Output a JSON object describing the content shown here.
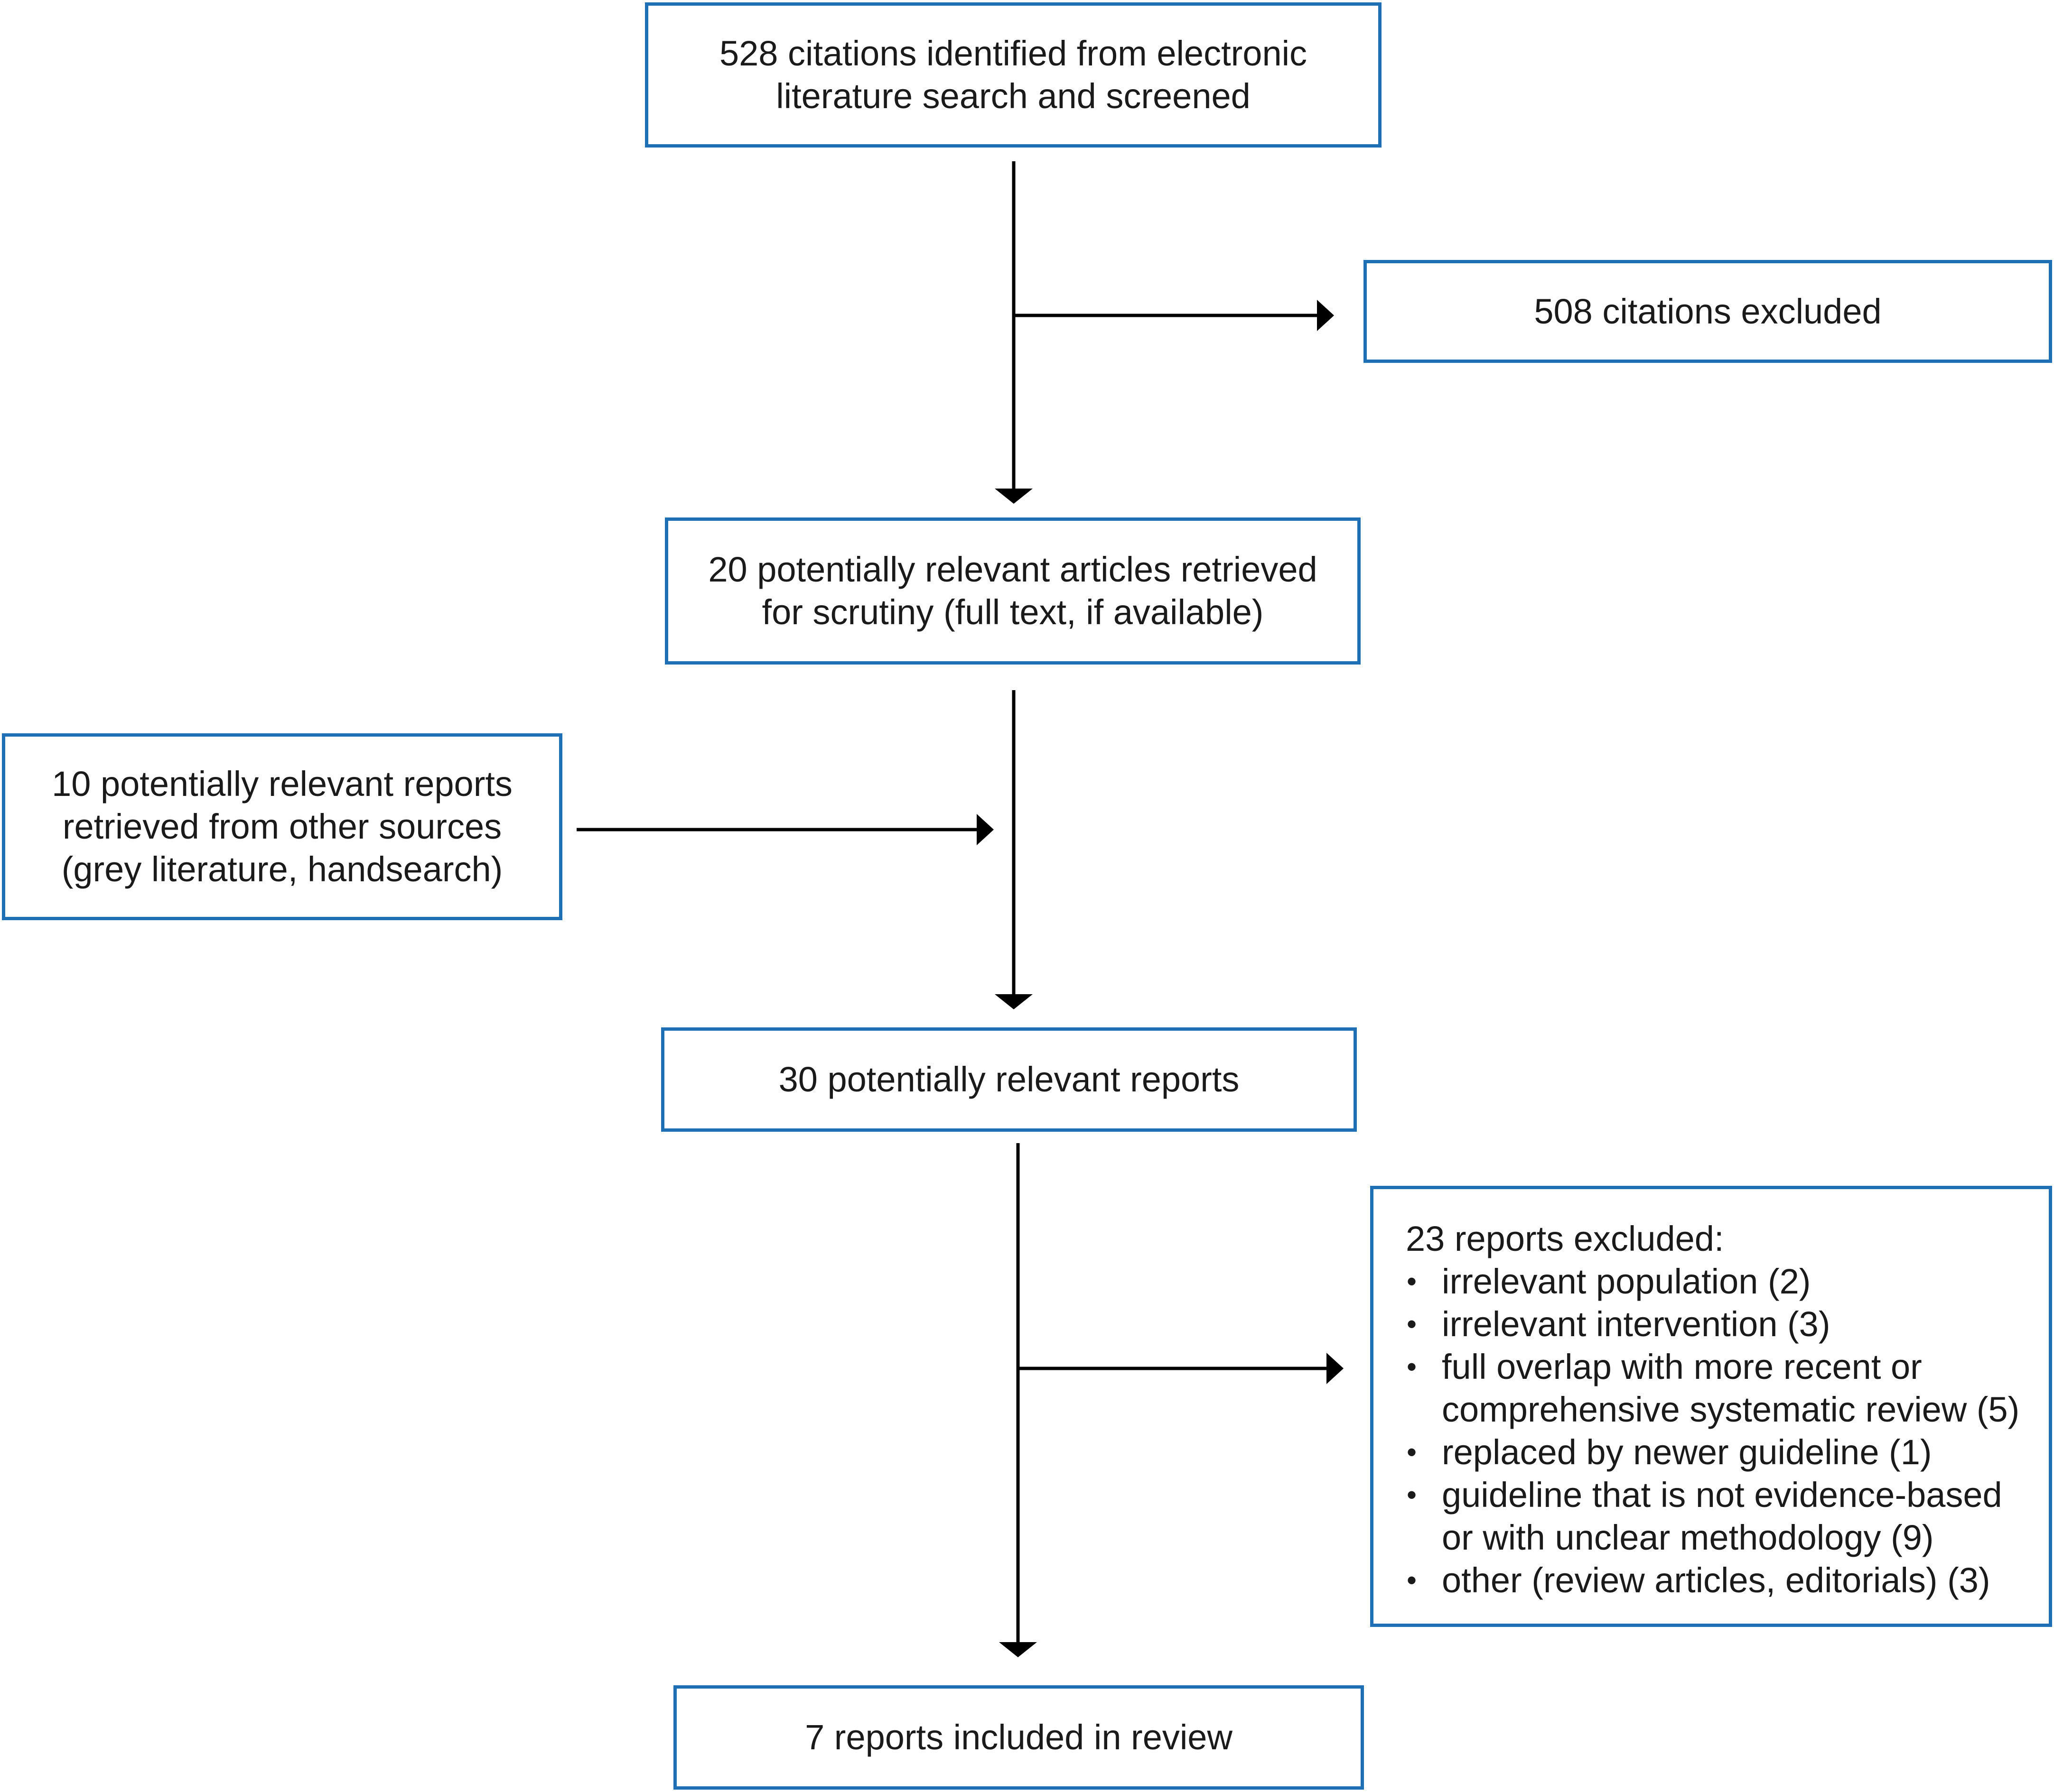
{
  "flow": {
    "identified": {
      "line1": "528 citations identified from electronic",
      "line2": "literature search and screened"
    },
    "excluded_citations": {
      "text": "508 citations excluded"
    },
    "retrieved": {
      "line1": "20 potentially relevant articles retrieved",
      "line2": "for scrutiny (full text, if available)"
    },
    "other_sources": {
      "line1": "10 potentially relevant reports",
      "line2": "retrieved from other sources",
      "line3": "(grey literature, handsearch)"
    },
    "relevant_reports": {
      "text": "30 potentially relevant reports"
    },
    "excluded_reports": {
      "heading": "23 reports excluded:",
      "reasons": [
        {
          "line1": "irrelevant population (2)"
        },
        {
          "line1": "irrelevant intervention (3)"
        },
        {
          "line1": "full overlap with more recent or",
          "line2": "comprehensive systematic review (5)"
        },
        {
          "line1": "replaced by newer guideline (1)"
        },
        {
          "line1": "guideline that is not evidence-based",
          "line2": "or with unclear methodology (9)"
        },
        {
          "line1": "other (review articles, editorials) (3)"
        }
      ]
    },
    "included": {
      "text": "7 reports included in review"
    }
  },
  "style": {
    "box_border_color": "#1f6fb5",
    "arrow_color": "#000000",
    "bullet_glyph": "•"
  }
}
